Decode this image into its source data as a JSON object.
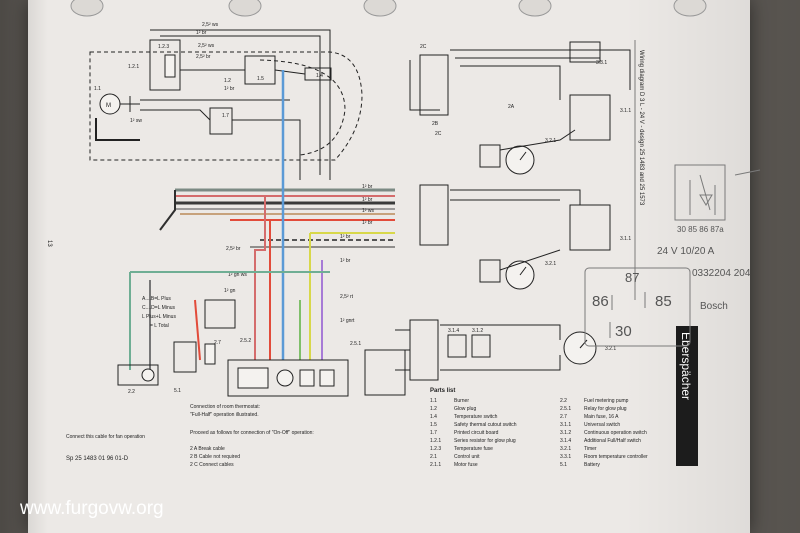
{
  "page_number": "13",
  "diagram_title": "Wiring diagram D 3 L - 24 V - design 25 1483 and 25 1573",
  "brand": "Eberspächer",
  "doc_number": "Sp 25 1483 01 96 01-D",
  "footnote": "Connect this cable for fan operation",
  "thermostat_note": {
    "line1": "Connection of room thermostat:",
    "line2": "\"Full-Half\" operation illustrated.",
    "line3": "Proceed as follows for connection of \"On-Off\" operation:",
    "steps": [
      "2 A Break cable",
      "2 B Cable not required",
      "2 C Connect cables"
    ]
  },
  "legend": [
    "A....B=L Plus",
    "C....D=L Minus",
    "L Plus+L Minus",
    "= L Total"
  ],
  "parts_list": {
    "title": "Parts list",
    "left": [
      {
        "code": "1.1",
        "name": "Burner"
      },
      {
        "code": "1.2",
        "name": "Glow plug"
      },
      {
        "code": "1.4",
        "name": "Temperature switch"
      },
      {
        "code": "1.5",
        "name": "Safety thermal cutout switch"
      },
      {
        "code": "1.7",
        "name": "Printed circuit board"
      },
      {
        "code": "1.2.1",
        "name": "Series resistor for glow plug"
      },
      {
        "code": "1.2.3",
        "name": "Temperature fuse"
      },
      {
        "code": "2.1",
        "name": "Control unit"
      },
      {
        "code": "2.1.1",
        "name": "Motor fuse"
      }
    ],
    "right": [
      {
        "code": "2.2",
        "name": "Fuel metering pump"
      },
      {
        "code": "2.5.1",
        "name": "Relay for glow plug"
      },
      {
        "code": "2.7",
        "name": "Main fuse, 16 A"
      },
      {
        "code": "3.1.1",
        "name": "Universal switch"
      },
      {
        "code": "3.1.2",
        "name": "Continuous operation switch"
      },
      {
        "code": "3.1.4",
        "name": "Additional Full/Half switch"
      },
      {
        "code": "3.2.1",
        "name": "Timer"
      },
      {
        "code": "3.3.1",
        "name": "Room temperature controller"
      },
      {
        "code": "5.1",
        "name": "Battery"
      }
    ]
  },
  "labels": {
    "l_2_5_1": "2.5.1",
    "l_2_5_2": "2.5.2",
    "l_2_2": "2.2",
    "l_5_1": "5.1",
    "l_2_7": "2.7",
    "l_1_2_3": "1.2.3",
    "l_1_2_1": "1.2.1",
    "l_1_5": "1.5",
    "l_1_4": "1.4",
    "l_1_7": "1.7",
    "l_1_2": "1.2",
    "l_1_1": "1.1",
    "l_3_3_1": "3.3.1",
    "l_3_1_1a": "3.1.1",
    "l_3_2_1a": "3.2.1",
    "l_3_2_1b": "3.2.1",
    "l_3_1_1b": "3.1.1",
    "l_3_2_1c": "3.2.1",
    "l_3_1_4": "3.1.4",
    "l_3_1_2": "3.1.2",
    "l_3_2_1d": "3.2.1",
    "l_2a": "2A",
    "l_2b": "2B",
    "l_2c": "2C",
    "l_2c_b": "2C",
    "motor": "M",
    "w1": "2,5² ws",
    "w2": "1² br",
    "w3": "2,5² ws",
    "w4": "2,5² br",
    "w5": "1² sw",
    "w6": "1² br",
    "w7": "1² br",
    "w8": "1² br",
    "w9": "1² ws",
    "w10": "2,5² br",
    "w11": "1² gn ws",
    "w12": "1² br",
    "w13": "1² br",
    "w14": "2,5² rt",
    "w15": "1² gnrt",
    "w16": "1² gn",
    "w17": "1² br"
  },
  "handwriting": {
    "relay_pins": "30 85 86 87a",
    "relay_spec": "24 V 10/20 A",
    "part_no": "0332204 204",
    "maker": "Bosch",
    "pin87": "87",
    "pin86": "86",
    "pin85": "85",
    "pin30": "30"
  },
  "watermark": "www.furgovw.org"
}
